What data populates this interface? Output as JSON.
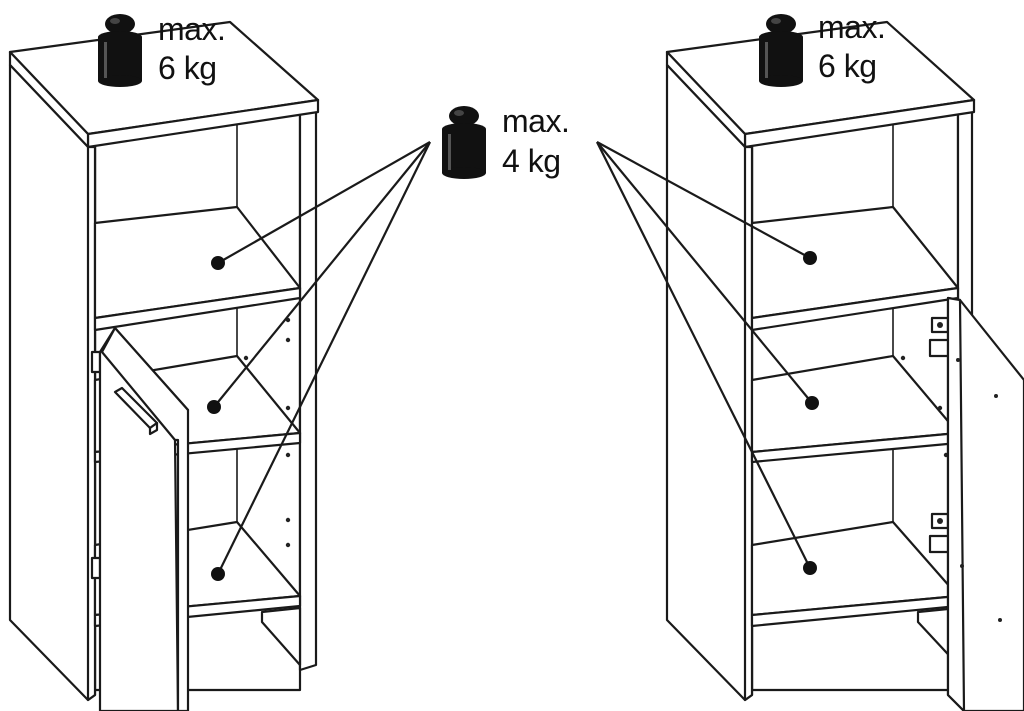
{
  "figure": {
    "weight_labels": {
      "top_left": {
        "line1": "max.",
        "line2": "6 kg",
        "value": 6,
        "unit": "kg"
      },
      "top_right": {
        "line1": "max.",
        "line2": "6 kg",
        "value": 6,
        "unit": "kg"
      },
      "shelves": {
        "line1": "max.",
        "line2": "4 kg",
        "value": 4,
        "unit": "kg"
      }
    },
    "icons": [
      "weight-icon",
      "weight-icon",
      "weight-icon"
    ],
    "colors": {
      "line": "#1a1a1a",
      "background": "#ffffff"
    }
  }
}
